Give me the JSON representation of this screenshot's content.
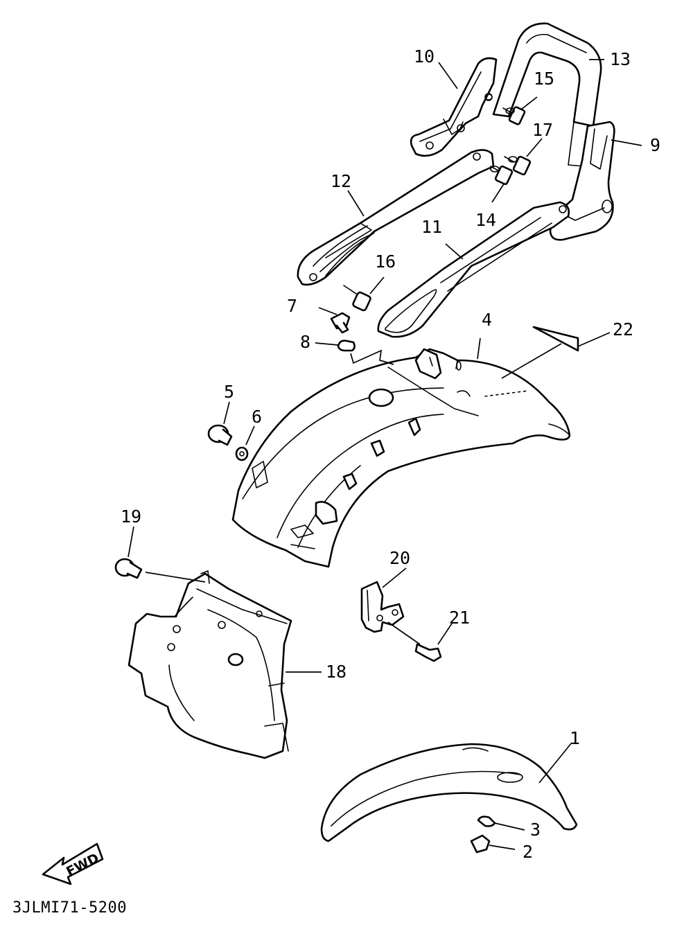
{
  "diagram": {
    "caption": "3JLMI71-5200",
    "fwd_label": "FWD",
    "callouts": [
      {
        "id": "1",
        "label": "1"
      },
      {
        "id": "2",
        "label": "2"
      },
      {
        "id": "3",
        "label": "3"
      },
      {
        "id": "4",
        "label": "4"
      },
      {
        "id": "5",
        "label": "5"
      },
      {
        "id": "6",
        "label": "6"
      },
      {
        "id": "7",
        "label": "7"
      },
      {
        "id": "8",
        "label": "8"
      },
      {
        "id": "9",
        "label": "9"
      },
      {
        "id": "10",
        "label": "10"
      },
      {
        "id": "11",
        "label": "11"
      },
      {
        "id": "12",
        "label": "12"
      },
      {
        "id": "13",
        "label": "13"
      },
      {
        "id": "14",
        "label": "14"
      },
      {
        "id": "15",
        "label": "15"
      },
      {
        "id": "16",
        "label": "16"
      },
      {
        "id": "17",
        "label": "17"
      },
      {
        "id": "18",
        "label": "18"
      },
      {
        "id": "19",
        "label": "19"
      },
      {
        "id": "20",
        "label": "20"
      },
      {
        "id": "21",
        "label": "21"
      },
      {
        "id": "22",
        "label": "22"
      }
    ]
  }
}
